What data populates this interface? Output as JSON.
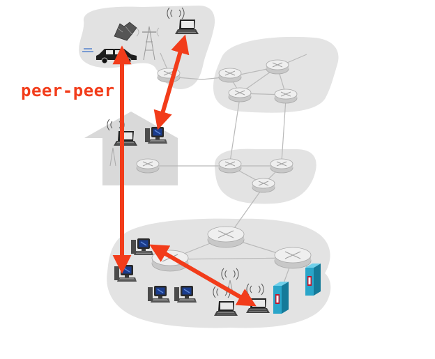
{
  "diagram": {
    "label": "peer-peer",
    "colors": {
      "arrow": "#f23c1a",
      "label": "#f23c1a",
      "network_fill": "#e2e2e2",
      "home_fill": "#d9d9d9",
      "link": "#b9b9b9",
      "router_fill": "#efefef",
      "server": "#2aa5c9",
      "server_accent": "#c4142a",
      "screen": "#1a3c8c"
    },
    "regions": [
      "mobile-network",
      "isp-network",
      "home-network",
      "global-isp",
      "enterprise-network"
    ],
    "icons": [
      "router-icon",
      "laptop-icon",
      "desktop-pc-icon",
      "server-icon",
      "car-icon",
      "cell-tower-icon",
      "satellite-icon",
      "wireless-signal-icon",
      "house-icon"
    ],
    "arrows": [
      "mobile-to-enterprise",
      "laptop-to-home",
      "enterprise-pc-to-laptop"
    ]
  }
}
